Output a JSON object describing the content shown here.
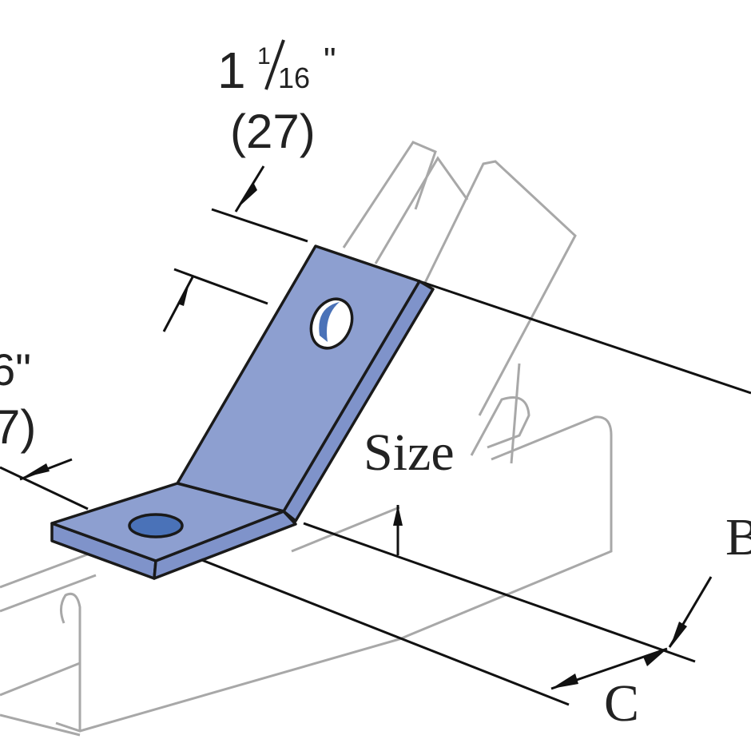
{
  "dimensions": {
    "top_width_whole": "1",
    "top_width_fraction_num": "1",
    "top_width_fraction_den": "16",
    "top_width_inch_mark": "\"",
    "top_width_metric": "(27)",
    "left_width_partial": "6\"",
    "left_width_metric_partial": "7)",
    "size_label": "Size",
    "b_label": "B",
    "c_label": "C"
  },
  "colors": {
    "bracket_face": "#8d9fd0",
    "bracket_side": "#7f93ca",
    "hole": "#4a72b8",
    "channel_outline": "#a8a8a8",
    "dimension_line": "#111111"
  }
}
